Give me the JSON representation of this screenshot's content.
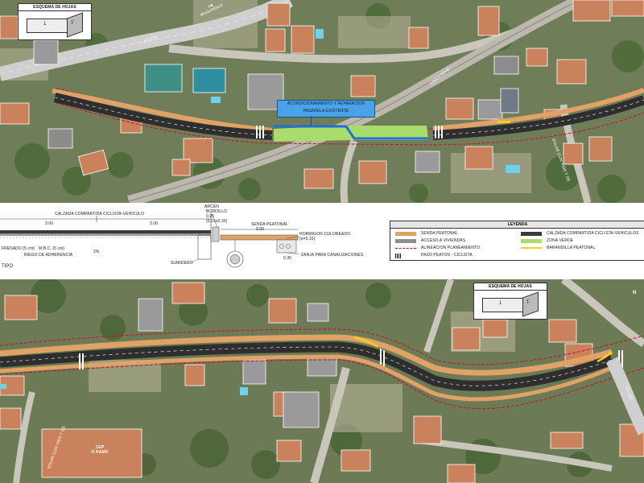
{
  "sheet_scheme_top": {
    "title": "ESQUEMA DE HOJAS",
    "sheet_current": "1",
    "sheet_next": "1'"
  },
  "sheet_scheme_bottom": {
    "title": "ESQUEMA DE HOJAS",
    "sheet_current": "1",
    "sheet_next": "1'"
  },
  "map_top": {
    "road_ac133": "AC-133",
    "road_mugardos": "MUGARDOS",
    "rail_line": "LINEA FEVE",
    "footbridge_callout_line1": "ACONDICIONAMIENTO Y REPARACION",
    "footbridge_callout_line2": "PASARELA EXISTENTE",
    "street_right": "SOLAR CON VIDA Y DE"
  },
  "section": {
    "label_shared_lane": "CALZADA COMPARTIDA CICLISTA-VEHICULO",
    "dim_left": "3.00",
    "dim_right": "3.00",
    "label_gutter": "ARCEN",
    "dim_gutter": "0.25",
    "label_kerb": "BORDILLO",
    "kerb_spec": "(0.15x0.30)",
    "label_walkway": "SENDA PEATONAL",
    "dim_walkway": "2.00",
    "label_coloured_concrete": "HORMIGON COLOREADO",
    "concrete_spec": "(e=0.15)",
    "label_milling": "FRESADO (5 cm)",
    "label_mbc": "M.B.C. (5 cm)",
    "label_tack_coat": "RIEGO DE ADHERENCIA",
    "label_drain": "SUMIDERO",
    "label_ducts": "ZANJA PARA CANALIZACIONES",
    "dim_ducts": "0.35",
    "slope": "2%",
    "section_type": "TIPO"
  },
  "legend": {
    "title": "LEYENDA",
    "items": [
      {
        "label": "SENDA PEATONAL",
        "color": "#e0a266",
        "kind": "fill"
      },
      {
        "label": "CALZADA COMPARTIDA CICLISTA-VEHICULOS",
        "color": "#3a3a3a",
        "kind": "fill"
      },
      {
        "label": "ACCESO A VIVIENDAS",
        "color": "#8f8f8f",
        "kind": "fill"
      },
      {
        "label": "ZONA VERDE",
        "color": "#a8dd6c",
        "kind": "fill"
      },
      {
        "label": "ALINEACION PLANEAMIENTO",
        "color": "#c8102e",
        "kind": "dash"
      },
      {
        "label": "BARANDILLA PEATONAL",
        "color": "#f2d21a",
        "kind": "line"
      },
      {
        "label": "PASO PEATON - CICLISTA",
        "color": "#111111",
        "kind": "zebra"
      }
    ]
  },
  "map_bottom": {
    "road_ac133": "AC-133",
    "north_arrow": "N",
    "school_name_line1": "CEP",
    "school_name_line2": "O RAMO",
    "street_left": "SOLAR CON VIDA Y DE"
  },
  "colors": {
    "walkway": "#e0a266",
    "asphalt": "#2e2e2e",
    "green_zone": "#a8dd6c",
    "alignment": "#c8102e",
    "footbridge": "#1f6fd6",
    "callout_bg": "#4aa3e6"
  }
}
